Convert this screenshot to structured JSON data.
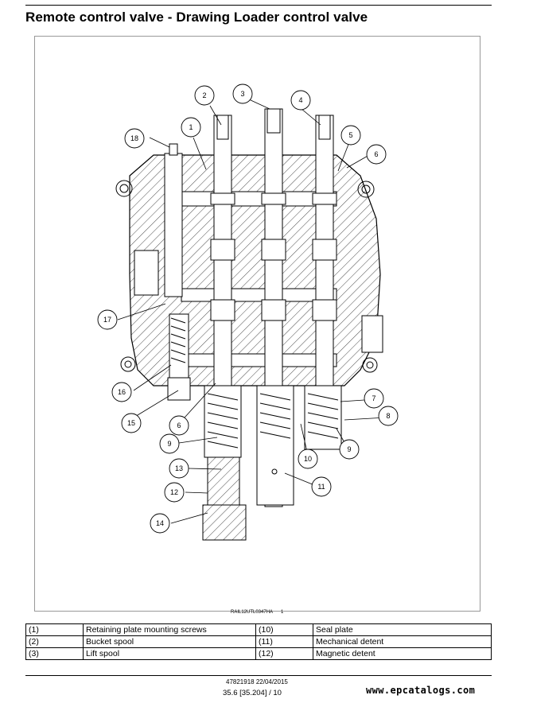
{
  "header": {
    "title": "Remote control valve - Drawing Loader control valve"
  },
  "figure": {
    "code": "RAIL12UTL0347HA",
    "number": "1",
    "callouts": [
      "1",
      "2",
      "3",
      "4",
      "5",
      "6",
      "7",
      "8",
      "9",
      "9",
      "10",
      "11",
      "12",
      "13",
      "14",
      "15",
      "16",
      "17",
      "18",
      "6"
    ]
  },
  "legend": {
    "rows": [
      {
        "n1": "(1)",
        "l1": "Retaining plate mounting screws",
        "n2": "(10)",
        "l2": "Seal plate"
      },
      {
        "n1": "(2)",
        "l1": "Bucket spool",
        "n2": "(11)",
        "l2": "Mechanical detent"
      },
      {
        "n1": "(3)",
        "l1": "Lift spool",
        "n2": "(12)",
        "l2": "Magnetic detent"
      }
    ]
  },
  "footer": {
    "doc_ref": "47821918 22/04/2015",
    "page_ref": "35.6 [35.204] / 10",
    "watermark": "www.epcatalogs.com"
  }
}
